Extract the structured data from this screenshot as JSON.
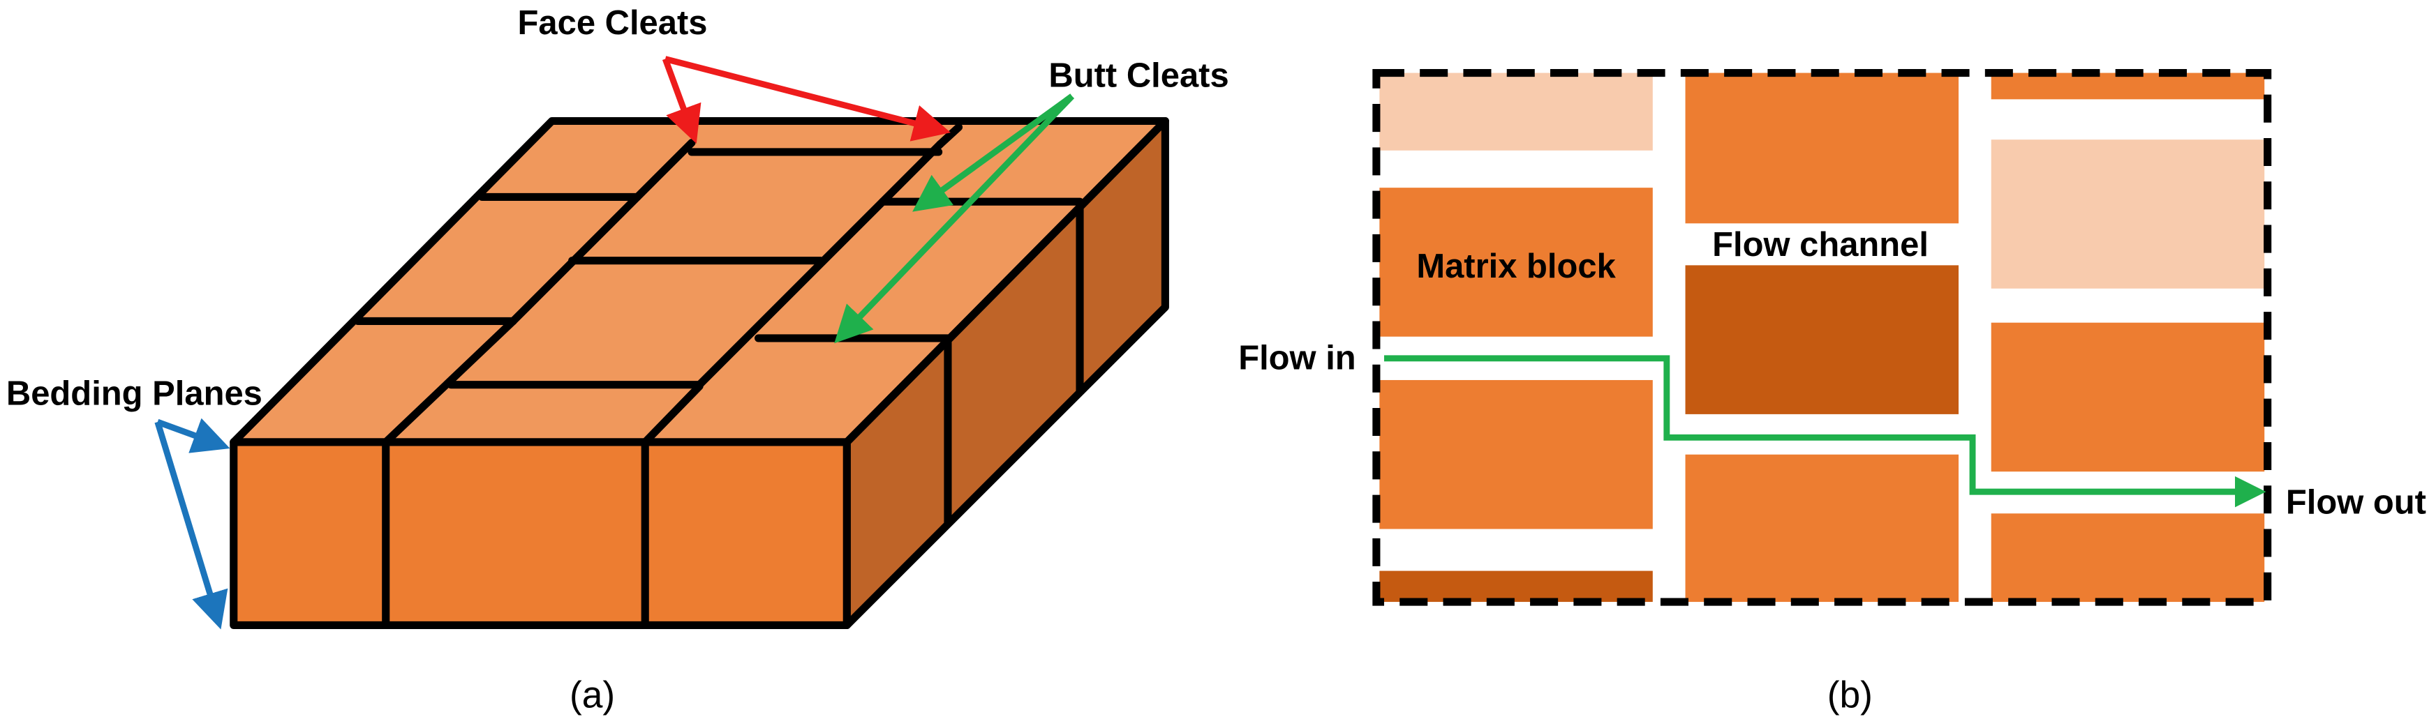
{
  "colors": {
    "top_face": "#F0985C",
    "front_face": "#ED7D31",
    "side_face": "#BF6428",
    "matrix": "#ED7D31",
    "matrix_light": "#F8CBAD",
    "matrix_dark": "#C55A11",
    "red_arrow": "#EE1C1C",
    "green_arrow": "#1FB04C",
    "blue_arrow": "#1C75BC",
    "flow_path": "#1FB04C",
    "outline": "#000000"
  },
  "panel_a": {
    "labels": {
      "face_cleats": "Face Cleats",
      "butt_cleats": "Butt Cleats",
      "bedding_planes": "Bedding Planes"
    },
    "caption": "(a)"
  },
  "panel_b": {
    "labels": {
      "matrix_block": "Matrix block",
      "flow_channel": "Flow channel",
      "flow_in": "Flow in",
      "flow_out": "Flow out"
    },
    "caption": "(b)"
  }
}
